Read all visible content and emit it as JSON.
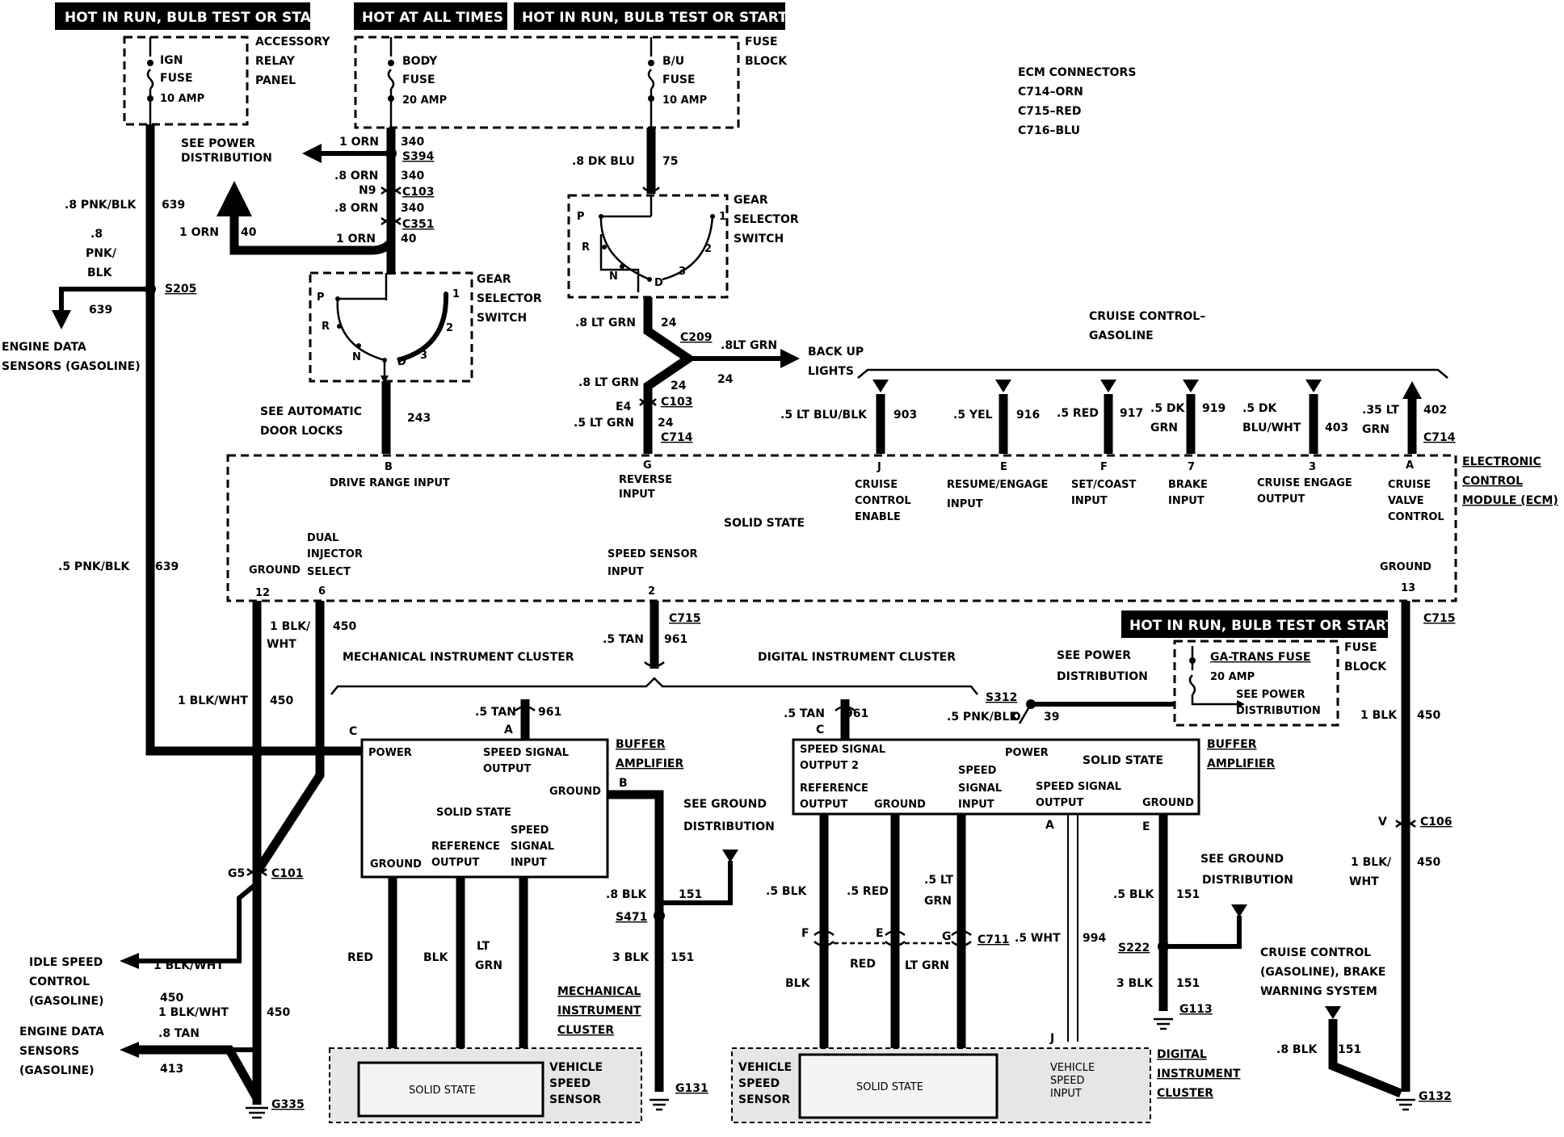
{
  "headers": {
    "hot_run_left": "HOT IN RUN, BULB TEST OR START",
    "hot_all_times": "HOT AT ALL TIMES",
    "hot_run_mid": "HOT IN RUN,   BULB TEST OR START",
    "hot_run_right": "HOT IN RUN,   BULB TEST OR START"
  },
  "accessory_relay_panel": {
    "fuse_name": "IGN",
    "fuse_word": "FUSE",
    "fuse_rating": "10 AMP",
    "label_l1": "ACCESSORY",
    "label_l2": "RELAY",
    "label_l3": "PANEL"
  },
  "fuse_block_top": {
    "body_name": "BODY",
    "body_word": "FUSE",
    "body_rating": "20 AMP",
    "bu_name": "B/U",
    "bu_word": "FUSE",
    "bu_rating": "10 AMP",
    "label_l1": "FUSE",
    "label_l2": "BLOCK"
  },
  "ecm_connectors": {
    "title": "ECM CONNECTORS",
    "c714": "C714–ORN",
    "c715": "C715–RED",
    "c716": "C716–BLU"
  },
  "left_feed": {
    "see_power_l1": "SEE POWER",
    "see_power_l2": "DISTRIBUTION",
    "orn1": "1 ORN",
    "c340a": "340",
    "s394": "S394",
    "orn8a": ".8 ORN",
    "c340b": "340",
    "n9": "N9",
    "c103": "C103",
    "orn8b": ".8 ORN",
    "c340c": "340",
    "c351": "C351",
    "orn_left": "1 ORN",
    "c40_left": "40",
    "orn_right": "1 ORN",
    "c40_right": "40",
    "pnk_blk": ".8 PNK/BLK",
    "c639a": "639",
    "pnk_v1": ".8",
    "pnk_v2": "PNK/",
    "pnk_v3": "BLK",
    "s205": "S205",
    "c639b": "639",
    "eds_l1": "ENGINE DATA",
    "eds_l2": "SENSORS (GASOLINE)",
    "see_auto_l1": "SEE AUTOMATIC",
    "see_auto_l2": "DOOR LOCKS",
    "c243": "243",
    "pnk_blk5": ".5 PNK/BLK",
    "c639c": "639"
  },
  "gear_switch_left": {
    "l1": "GEAR",
    "l2": "SELECTOR",
    "l3": "SWITCH",
    "p": "P",
    "r": "R",
    "n": "N",
    "d": "D",
    "g1": "1",
    "g2": "2",
    "g3": "3"
  },
  "gear_switch_right": {
    "l1": "GEAR",
    "l2": "SELECTOR",
    "l3": "SWITCH",
    "p": "P",
    "r": "R",
    "n": "N",
    "d": "D",
    "g1": "1",
    "g2": "2",
    "g3": "3"
  },
  "reverse_feed": {
    "dk_blu": ".8 DK BLU",
    "c75": "75",
    "lt_grn8a": ".8 LT GRN",
    "c24a": "24",
    "c209": "C209",
    "lt_grn_r": ".8LT GRN",
    "c24r": "24",
    "backup_l1": "BACK UP",
    "backup_l2": "LIGHTS",
    "lt_grn8b": ".8 LT GRN",
    "c24b": "24",
    "e4": "E4",
    "c103": "C103",
    "lt_grn5": ".5 LT GRN",
    "c24c": "24",
    "c714": "C714"
  },
  "cruise": {
    "title_l1": "CRUISE CONTROL–",
    "title_l2": "GASOLINE",
    "w903": ".5 LT BLU/BLK",
    "c903": "903",
    "w916": ".5 YEL",
    "c916": "916",
    "w917": ".5 RED",
    "c917": "917",
    "w919a": ".5 DK",
    "w919b": "GRN",
    "c919": "919",
    "w403a": ".5 DK",
    "w403b": "BLU/WHT",
    "c403": "403",
    "w402a": ".35 LT",
    "w402b": "GRN",
    "c402": "402",
    "c714": "C714"
  },
  "ecm": {
    "name_l1": "ELECTRONIC",
    "name_l2": "CONTROL",
    "name_l3": "MODULE (ECM)",
    "solid_state": "SOLID STATE",
    "pin_b": "B",
    "drive_range": "DRIVE RANGE INPUT",
    "pin_g": "G",
    "rev_l1": "REVERSE",
    "rev_l2": "INPUT",
    "pin_j": "J",
    "cce_l1": "CRUISE",
    "cce_l2": "CONTROL",
    "cce_l3": "ENABLE",
    "pin_e": "E",
    "res_l1": "RESUME/ENGAGE",
    "res_l2": "INPUT",
    "pin_f": "F",
    "set_l1": "SET/COAST",
    "set_l2": "INPUT",
    "pin_7": "7",
    "brk_l1": "BRAKE",
    "brk_l2": "INPUT",
    "pin_3": "3",
    "ceo_l1": "CRUISE ENGAGE",
    "ceo_l2": "OUTPUT",
    "pin_a": "A",
    "cvc_l1": "CRUISE",
    "cvc_l2": "VALVE",
    "cvc_l3": "CONTROL",
    "ground_l": "GROUND",
    "pin_12": "12",
    "dis_l1": "DUAL",
    "dis_l2": "INJECTOR",
    "dis_l3": "SELECT",
    "pin_6": "6",
    "ssi_l1": "SPEED SENSOR",
    "ssi_l2": "INPUT",
    "pin_2": "2",
    "ground_r": "GROUND",
    "pin_13": "13"
  },
  "lower": {
    "blk_wht1a": "1 BLK/",
    "blk_wht1b": "WHT",
    "c450a": "450",
    "c715a": "C715",
    "tan5": ".5 TAN",
    "c961": "961",
    "mech_title": "MECHANICAL  INSTRUMENT CLUSTER",
    "dig_title": "DIGITAL  INSTRUMENT CLUSTER",
    "blk_wht_mid": "1 BLK/WHT",
    "c450b": "450",
    "see_pd_l1": "SEE POWER",
    "see_pd_l2": "DISTRIBUTION",
    "s312": "S312",
    "pnk_blk": ".5 PNK/BLK",
    "c39": "39",
    "pin_d": "D",
    "ga_fuse": "GA-TRANS FUSE",
    "ga_rating": "20 AMP",
    "ga_see_l1": "SEE POWER",
    "ga_see_l2": "DISTRIBUTION",
    "fb_l1": "FUSE",
    "fb_l2": "BLOCK",
    "c715b": "C715",
    "blk1": "1 BLK",
    "c450c": "450",
    "pin_v": "V",
    "c106": "C106",
    "blk_wht_r1": "1 BLK/",
    "blk_wht_r2": "WHT",
    "c450d": "450",
    "g5": "G5",
    "c101": "C101",
    "isc_l1": "IDLE SPEED",
    "isc_l2": "CONTROL",
    "isc_l3": "(GASOLINE)",
    "isc_w": "1 BLK/WHT",
    "isc_c": "450",
    "isc_w2": "1 BLK/WHT",
    "isc_c2": "450",
    "eds_l1": "ENGINE DATA",
    "eds_l2": "SENSORS",
    "eds_l3": "(GASOLINE)",
    "eds_w": ".8 TAN",
    "eds_c": "413",
    "g335": "G335",
    "cc_l1": "CRUISE CONTROL",
    "cc_l2": "(GASOLINE), BRAKE",
    "cc_l3": "WARNING SYSTEM",
    "blk8r": ".8 BLK",
    "c151r": "151",
    "g132": "G132"
  },
  "mech_amp": {
    "tan5": ".5 TAN",
    "c961": "961",
    "pin_a": "A",
    "pin_c": "C",
    "pin_b": "B",
    "power": "POWER",
    "ss_out_l1": "SPEED SIGNAL",
    "ss_out_l2": "OUTPUT",
    "ground": "GROUND",
    "solid_state": "SOLID STATE",
    "gnd2": "GROUND",
    "ref_l1": "REFERENCE",
    "ref_l2": "OUTPUT",
    "ssi_l1": "SPEED",
    "ssi_l2": "SIGNAL",
    "ssi_l3": "INPUT",
    "name_l1": "BUFFER",
    "name_l2": "AMPLIFIER",
    "see_gd_l1": "SEE GROUND",
    "see_gd_l2": "DISTRIBUTION",
    "blk8": ".8 BLK",
    "c151a": "151",
    "s471": "S471",
    "blk3": "3 BLK",
    "c151b": "151",
    "g131": "G131",
    "red": "RED",
    "blk": "BLK",
    "lt_l1": "LT",
    "lt_l2": "GRN",
    "cluster_l1": "MECHANICAL",
    "cluster_l2": "INSTRUMENT",
    "cluster_l3": "CLUSTER",
    "sensor_ss": "SOLID STATE",
    "vss_l1": "VEHICLE",
    "vss_l2": "SPEED",
    "vss_l3": "SENSOR"
  },
  "dig_amp": {
    "tan5": ".5 TAN",
    "c961": "961",
    "pin_c": "C",
    "sso2_l1": "SPEED SIGNAL",
    "sso2_l2": "OUTPUT 2",
    "power": "POWER",
    "solid_state": "SOLID STATE",
    "ref_l1": "REFERENCE",
    "ref_l2": "OUTPUT",
    "ground": "GROUND",
    "ssi_l1": "SPEED",
    "ssi_l2": "SIGNAL",
    "ssi_l3": "INPUT",
    "sso_l1": "SPEED SIGNAL",
    "sso_l2": "OUTPUT",
    "gnd2": "GROUND",
    "pin_a": "A",
    "pin_e": "E",
    "name_l1": "BUFFER",
    "name_l2": "AMPLIFIER",
    "blk5": ".5 BLK",
    "red5": ".5 RED",
    "lt5_l1": ".5 LT",
    "lt5_l2": "GRN",
    "pin_f": "F",
    "pin_e2": "E",
    "pin_g": "G",
    "c711": "C711",
    "wht5": ".5 WHT",
    "c994": "994",
    "pin_j": "J",
    "blk": "BLK",
    "red": "RED",
    "lt_grn": "LT GRN",
    "see_gd_l1": "SEE GROUND",
    "see_gd_l2": "DISTRIBUTION",
    "blk5b": ".5 BLK",
    "c151a": "151",
    "s222": "S222",
    "blk3": "3 BLK",
    "c151b": "151",
    "g113": "G113",
    "vss_l1": "VEHICLE",
    "vss_l2": "SPEED",
    "vss_l3": "SENSOR",
    "sensor_ss": "SOLID STATE",
    "vsi_l1": "VEHICLE",
    "vsi_l2": "SPEED",
    "vsi_l3": "INPUT",
    "cluster_l1": "DIGITAL",
    "cluster_l2": "INSTRUMENT",
    "cluster_l3": "CLUSTER"
  }
}
